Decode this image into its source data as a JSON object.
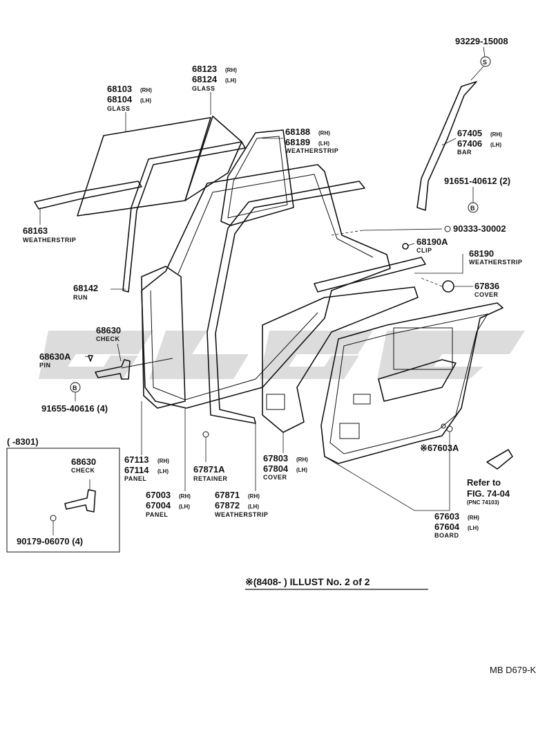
{
  "labels": {
    "p93229": "93229-15008",
    "s_marker": "S",
    "b_marker": "B",
    "p68123": "68123",
    "p68124": "68124",
    "glass2": "GLASS",
    "p68103": "68103",
    "p68104": "68104",
    "glass1": "GLASS",
    "p68188": "68188",
    "p68189": "68189",
    "weatherstrip1": "WEATHERSTRIP",
    "p67405": "67405",
    "p67406": "67406",
    "bar": "BAR",
    "p91651": "91651-40612 (2)",
    "p68163": "68163",
    "weatherstrip2": "WEATHERSTRIP",
    "p90333": "90333-30002",
    "p68190A": "68190A",
    "clip": "CLIP",
    "p68190": "68190",
    "weatherstrip3": "WEATHERSTRIP",
    "p68142": "68142",
    "run": "RUN",
    "p67836": "67836",
    "cover1": "COVER",
    "p68630": "68630",
    "check1": "CHECK",
    "p68630A": "68630A",
    "pin": "PIN",
    "p91655": "91655-40616 (4)",
    "inset_range": "(     -8301)",
    "p68630b": "68630",
    "check2": "CHECK",
    "p90179": "90179-06070 (4)",
    "p67113": "67113",
    "p67114": "67114",
    "panel1": "PANEL",
    "p67003": "67003",
    "p67004": "67004",
    "panel2": "PANEL",
    "p67871A": "67871A",
    "retainer": "RETAINER",
    "p67871": "67871",
    "p67872": "67872",
    "weatherstrip4": "WEATHERSTRIP",
    "p67803": "67803",
    "p67804": "67804",
    "cover2": "COVER",
    "p67603A": "※67603A",
    "refer1": "Refer to",
    "refer2": "FIG. 74-04",
    "refer3": "(PNC 74103)",
    "p67603": "67603",
    "p67604": "67604",
    "board": "BOARD",
    "rh": "(RH)",
    "lh": "(LH)",
    "illust_note": "※(8408-        ) ILLUST No. 2 of 2",
    "code": "MB D679-K"
  },
  "colors": {
    "line": "#111111",
    "watermark": "#bfbfbf",
    "background": "#ffffff"
  }
}
